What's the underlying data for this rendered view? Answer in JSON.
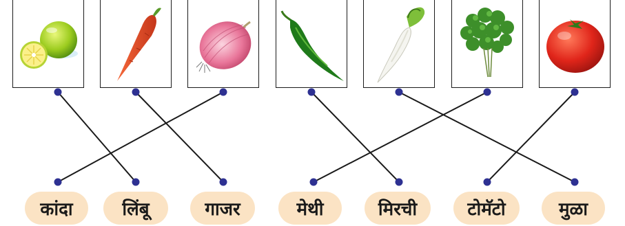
{
  "pictures": [
    {
      "id": "lemon",
      "icon": "lemon-icon"
    },
    {
      "id": "carrot",
      "icon": "carrot-icon"
    },
    {
      "id": "onion",
      "icon": "onion-icon"
    },
    {
      "id": "chilli",
      "icon": "green-chilli-icon"
    },
    {
      "id": "radish",
      "icon": "radish-icon"
    },
    {
      "id": "fenugreek",
      "icon": "fenugreek-leaves-icon"
    },
    {
      "id": "tomato",
      "icon": "tomato-icon"
    }
  ],
  "words": [
    {
      "label": "कांदा"
    },
    {
      "label": "लिंबू"
    },
    {
      "label": "गाजर"
    },
    {
      "label": "मेथी"
    },
    {
      "label": "मिरची"
    },
    {
      "label": "टोमॅटो"
    },
    {
      "label": "मुळा"
    }
  ],
  "matches": [
    {
      "picture": 0,
      "word": 1
    },
    {
      "picture": 1,
      "word": 2
    },
    {
      "picture": 2,
      "word": 0
    },
    {
      "picture": 3,
      "word": 4
    },
    {
      "picture": 4,
      "word": 6
    },
    {
      "picture": 5,
      "word": 3
    },
    {
      "picture": 6,
      "word": 5
    }
  ],
  "colors": {
    "dot": "#2e3192",
    "line": "#1a1a1a",
    "pill": "#fbe3c4"
  }
}
